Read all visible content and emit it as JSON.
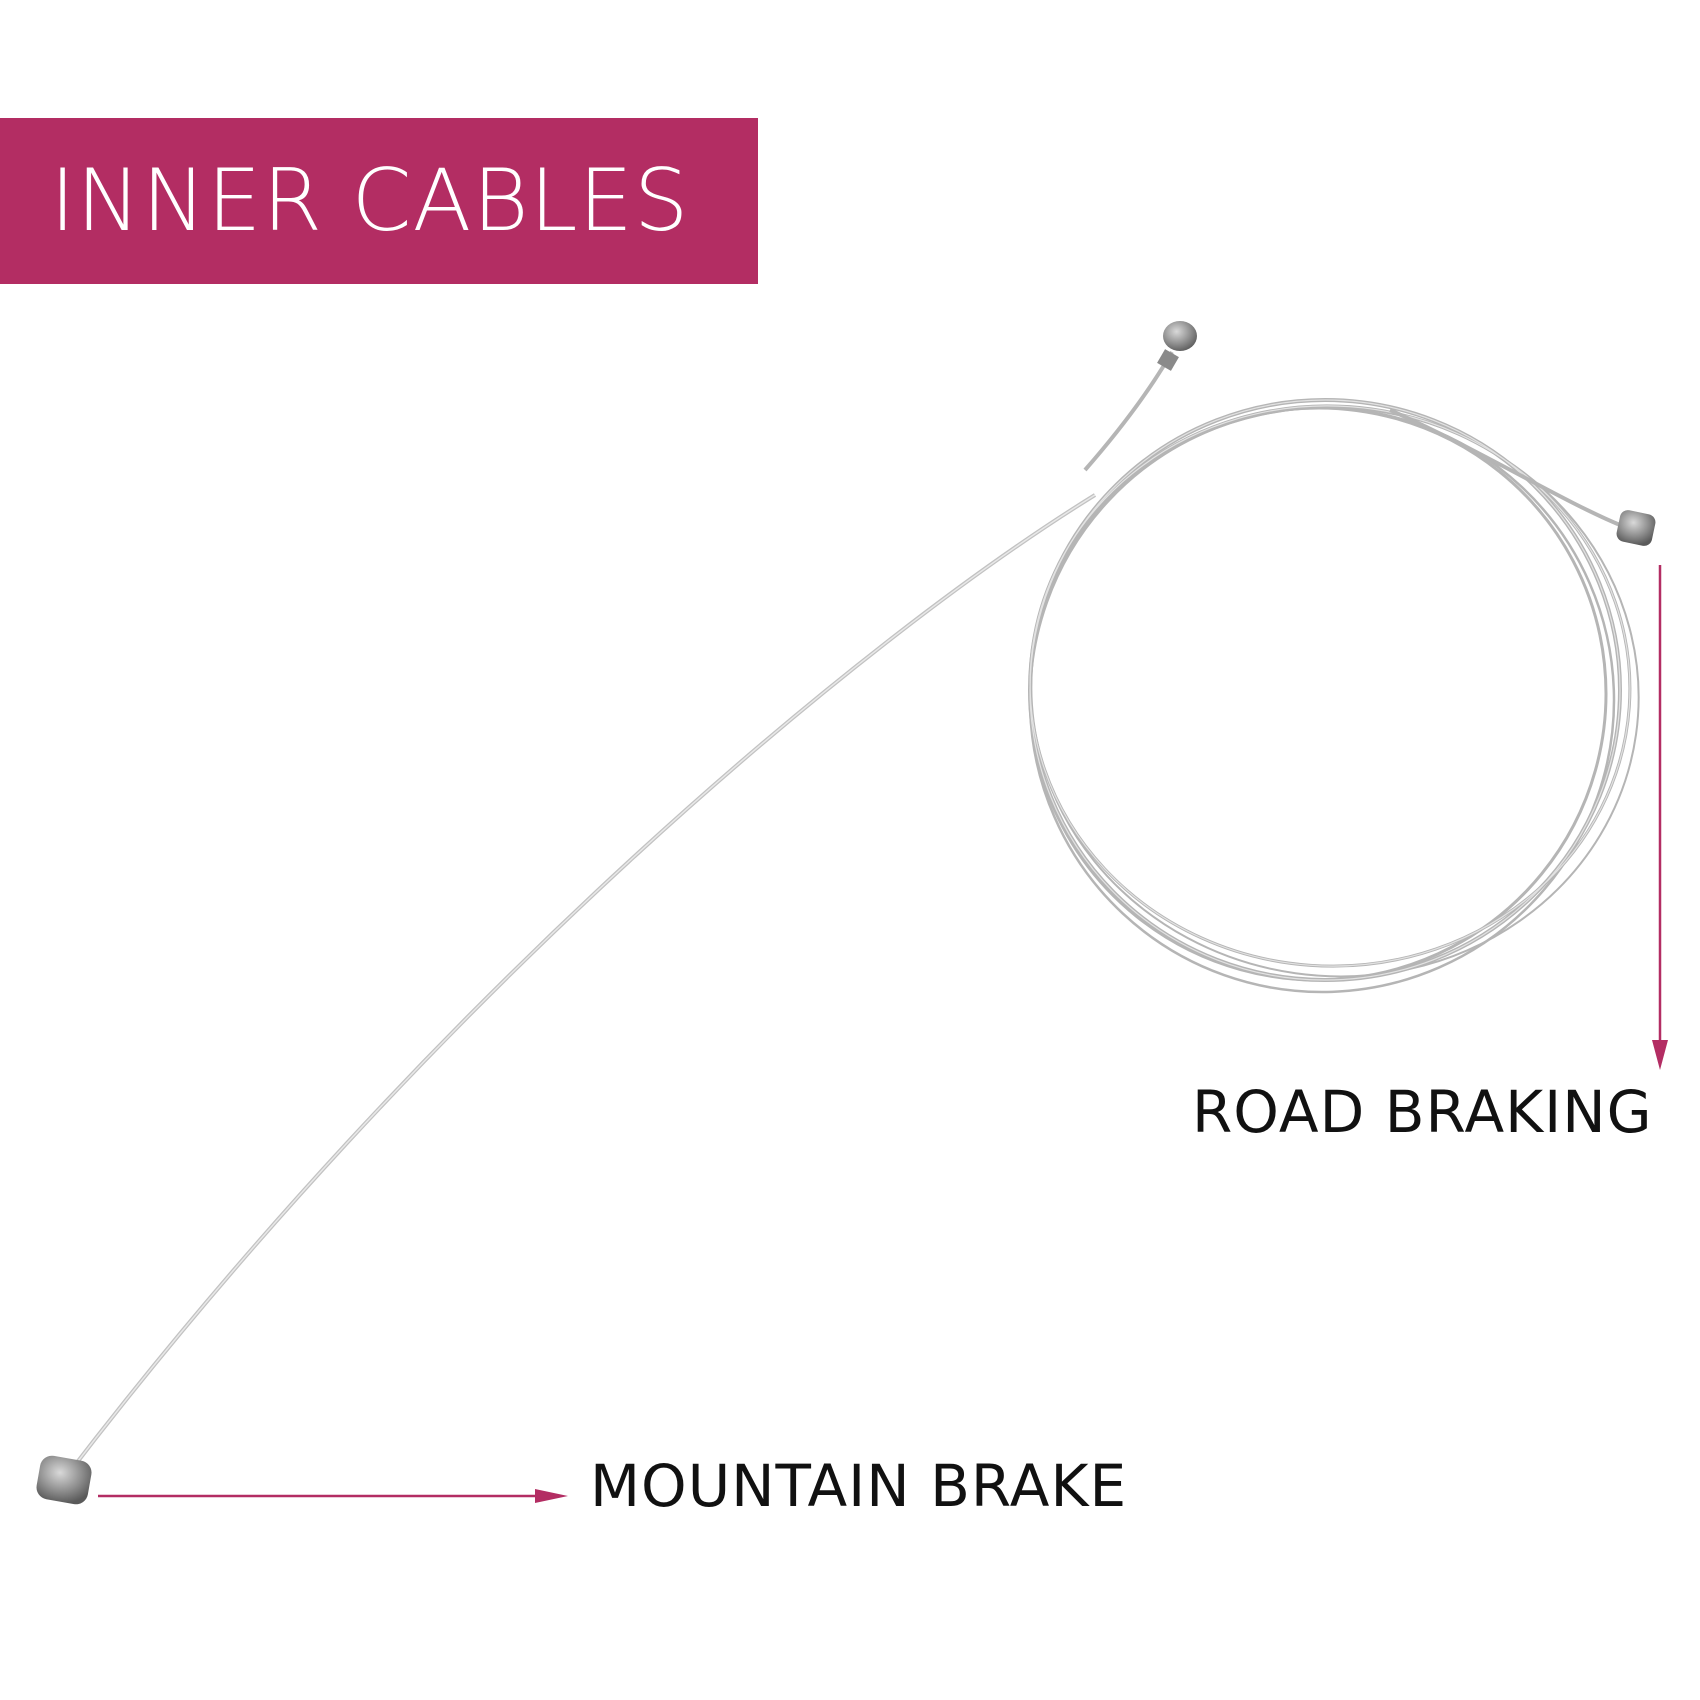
{
  "title": "INNER CABLES",
  "labels": {
    "road": "ROAD BRAKING",
    "mountain": "MOUNTAIN BRAKE"
  },
  "colors": {
    "accent": "#b32d63",
    "cable": "#b9b9b9",
    "text": "#111111"
  }
}
